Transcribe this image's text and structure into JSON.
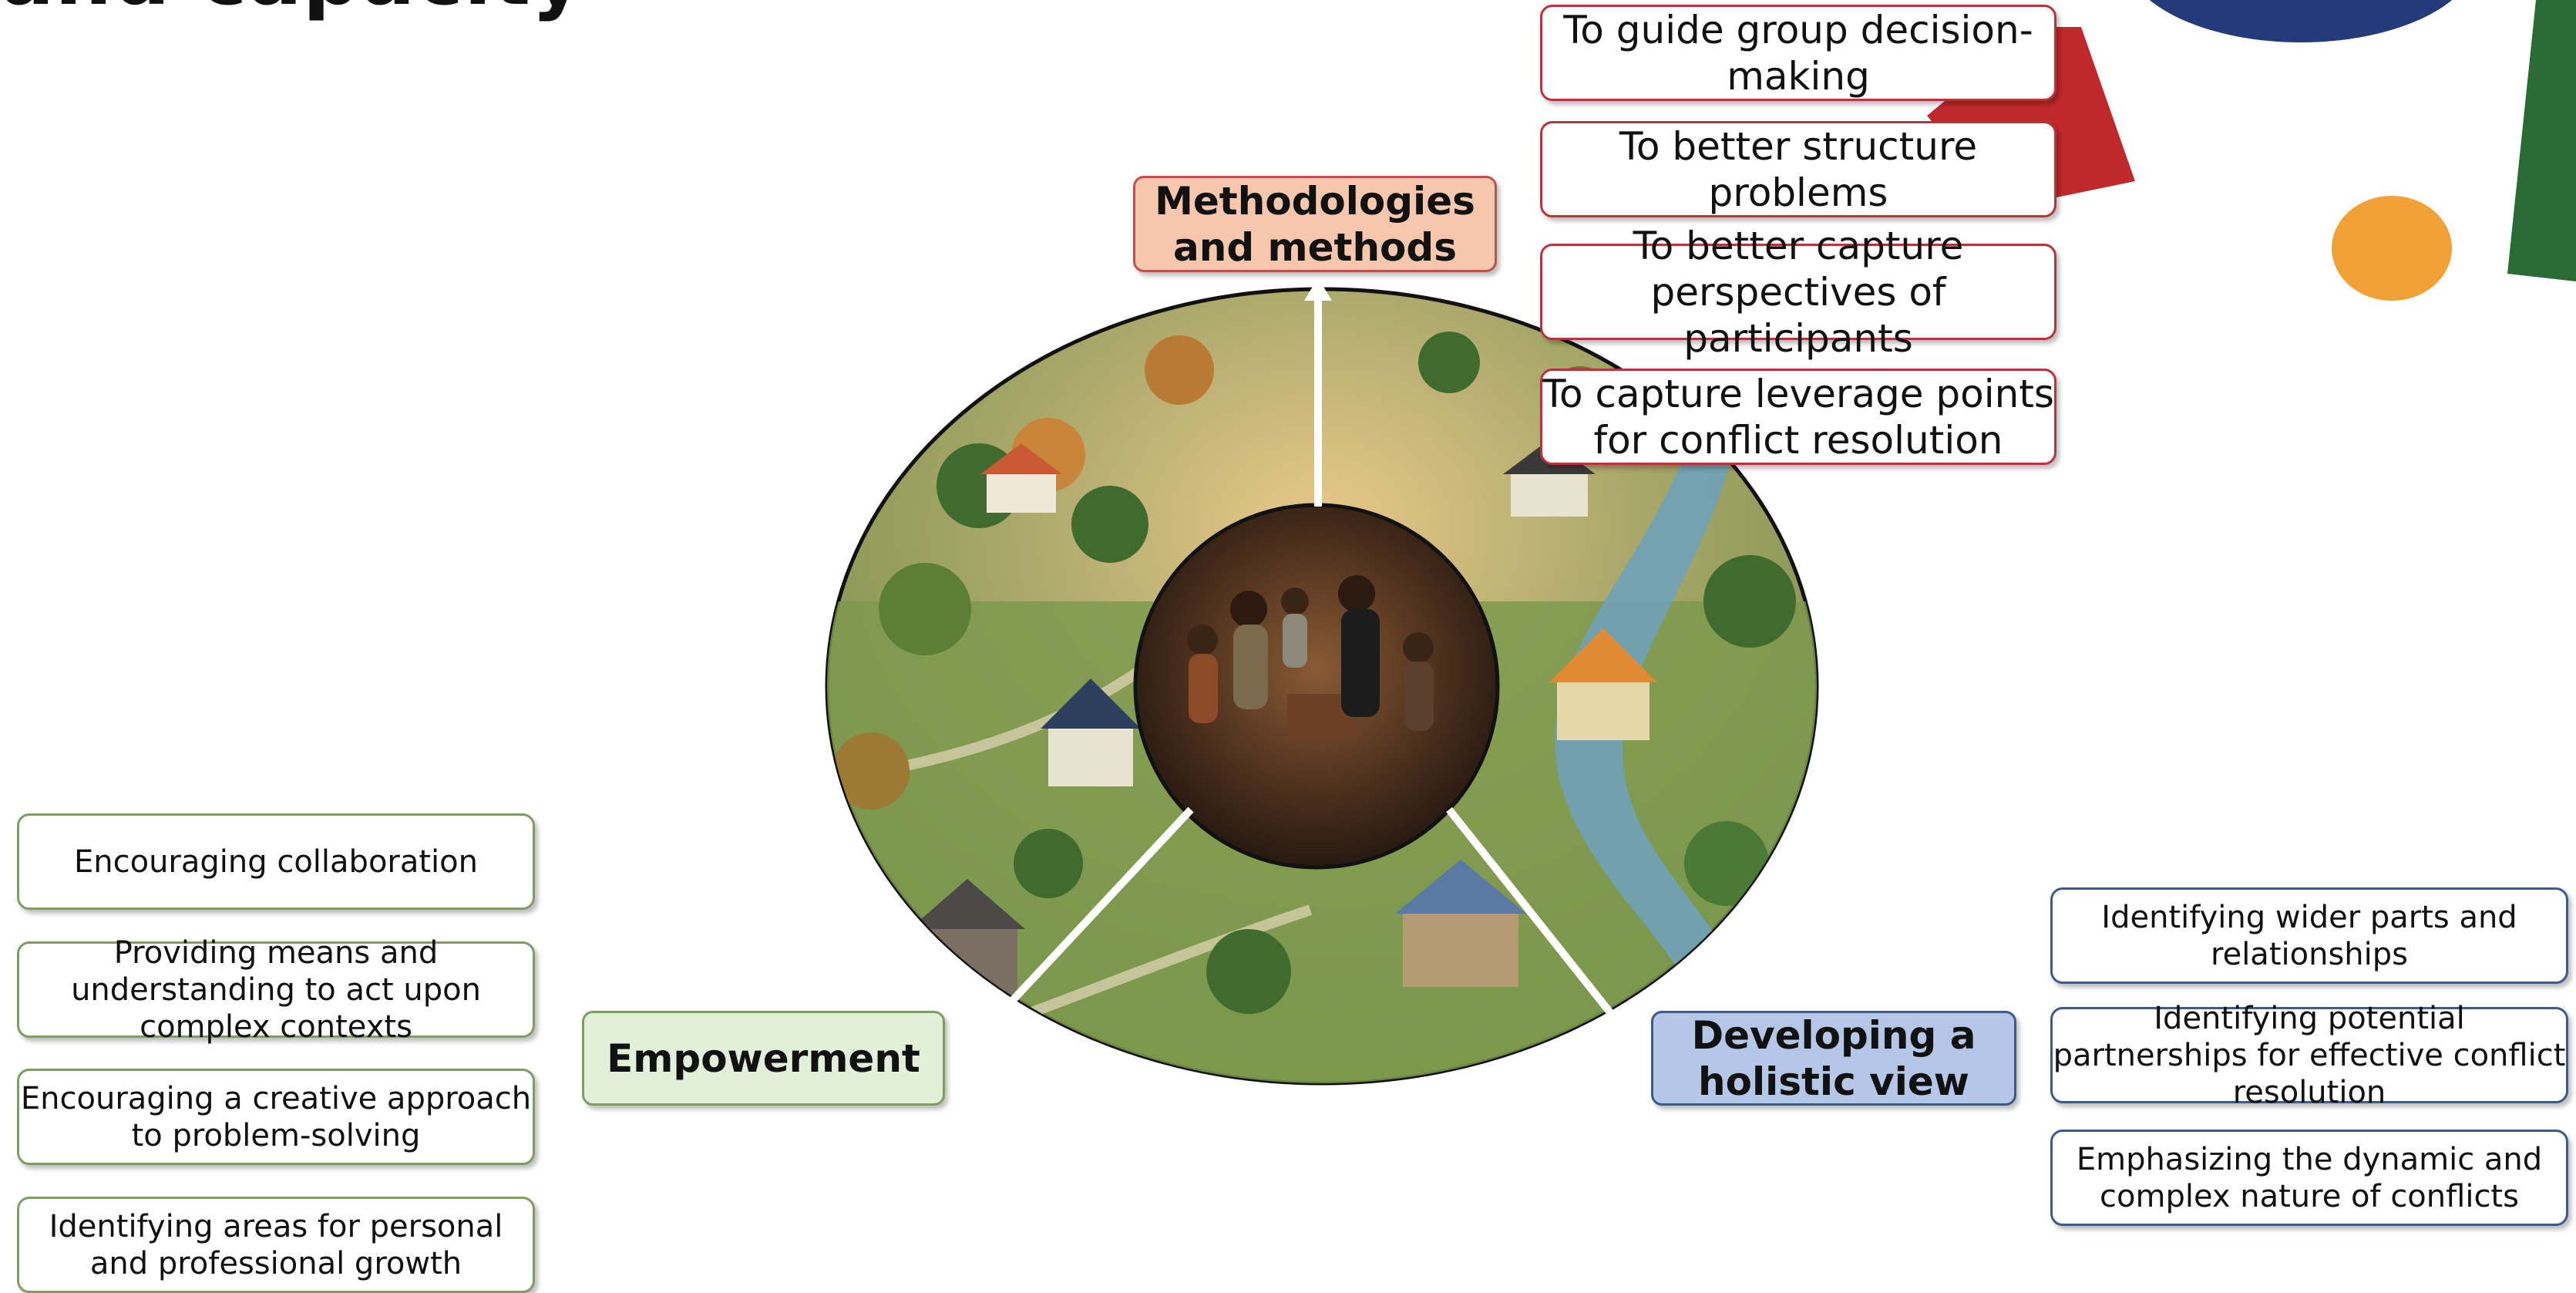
{
  "title": "and capacity",
  "hubs": {
    "methodologies": "Methodologies and methods",
    "empowerment": "Empowerment",
    "holistic": "Developing a holistic view"
  },
  "methods_purposes": [
    "To guide group decision-making",
    "To better structure problems",
    "To better capture perspectives of participants",
    "To capture leverage points for conflict resolution"
  ],
  "empowerment_items": [
    "Encouraging collaboration",
    "Providing means and understanding to act upon complex contexts",
    "Encouraging a creative approach to problem-solving",
    "Identifying areas for personal and professional growth"
  ],
  "holistic_items": [
    "Identifying wider parts and relationships",
    "Identifying potential partnerships for effective conflict resolution",
    "Emphasizing the dynamic and complex nature of conflicts"
  ],
  "colors": {
    "red_accent": "#c0292b",
    "navy_accent": "#243a7a",
    "orange_accent": "#f0a236",
    "green_accent": "#2a6a34",
    "meth_fill": "#f7c7ad",
    "emp_fill": "#e2efd9",
    "dev_fill": "#b4c7e7"
  }
}
